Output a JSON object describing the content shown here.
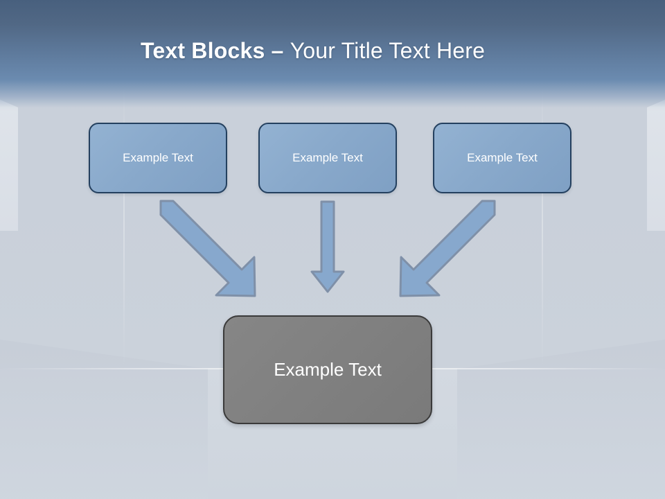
{
  "slide": {
    "title": {
      "bold_part": "Text Blocks – ",
      "light_part": "Your Title Text Here",
      "full": "Text Blocks – Your Title Text Here"
    },
    "theme": {
      "header_top_color": "#48607e",
      "header_bottom_color": "#6b8bb0",
      "background_color": "#ccd3dc",
      "floor_color": "#d3d9e1",
      "box_fill": "#89a9cb",
      "box_border": "#24405f",
      "box_text_color": "#ffffff",
      "result_fill": "#808080",
      "result_border": "#3a3a3a",
      "arrow_fill": "#87a8cd",
      "arrow_stroke": "#7f90a8"
    }
  },
  "diagram": {
    "type": "convergence-flow",
    "source_boxes": [
      {
        "id": "box-1",
        "label": "Example Text"
      },
      {
        "id": "box-2",
        "label": "Example Text"
      },
      {
        "id": "box-3",
        "label": "Example Text"
      }
    ],
    "result_box": {
      "id": "box-result",
      "label": "Example Text"
    },
    "connectors": [
      {
        "id": "arrow-left",
        "from": "box-1",
        "to": "box-result",
        "direction": "down-right",
        "shape": "diagonal-arrow"
      },
      {
        "id": "arrow-middle",
        "from": "box-2",
        "to": "box-result",
        "direction": "down",
        "shape": "straight-arrow"
      },
      {
        "id": "arrow-right",
        "from": "box-3",
        "to": "box-result",
        "direction": "down-left",
        "shape": "diagonal-arrow"
      }
    ]
  }
}
